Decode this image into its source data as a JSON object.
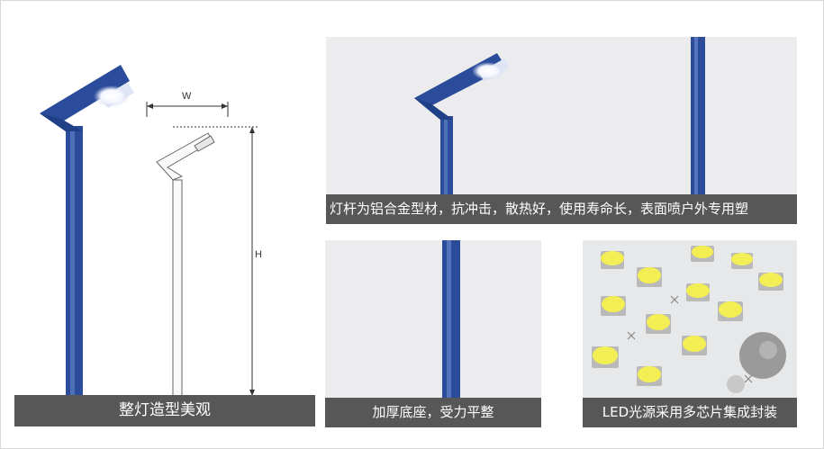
{
  "captions": {
    "main": "整灯造型美观",
    "material": "灯杆为铝合金型材，抗冲击，散热好，使用寿命长，表面喷户外专用塑",
    "base": "加厚底座，受力平整",
    "led": "LED光源采用多芯片集成封装"
  },
  "dimensions": {
    "width_label": "W",
    "height_label": "H"
  },
  "colors": {
    "pole_blue": "#2d4f9c",
    "caption_bg": "#575757",
    "panel_bg": "#ececee",
    "led_yellow": "#f4ee55"
  }
}
